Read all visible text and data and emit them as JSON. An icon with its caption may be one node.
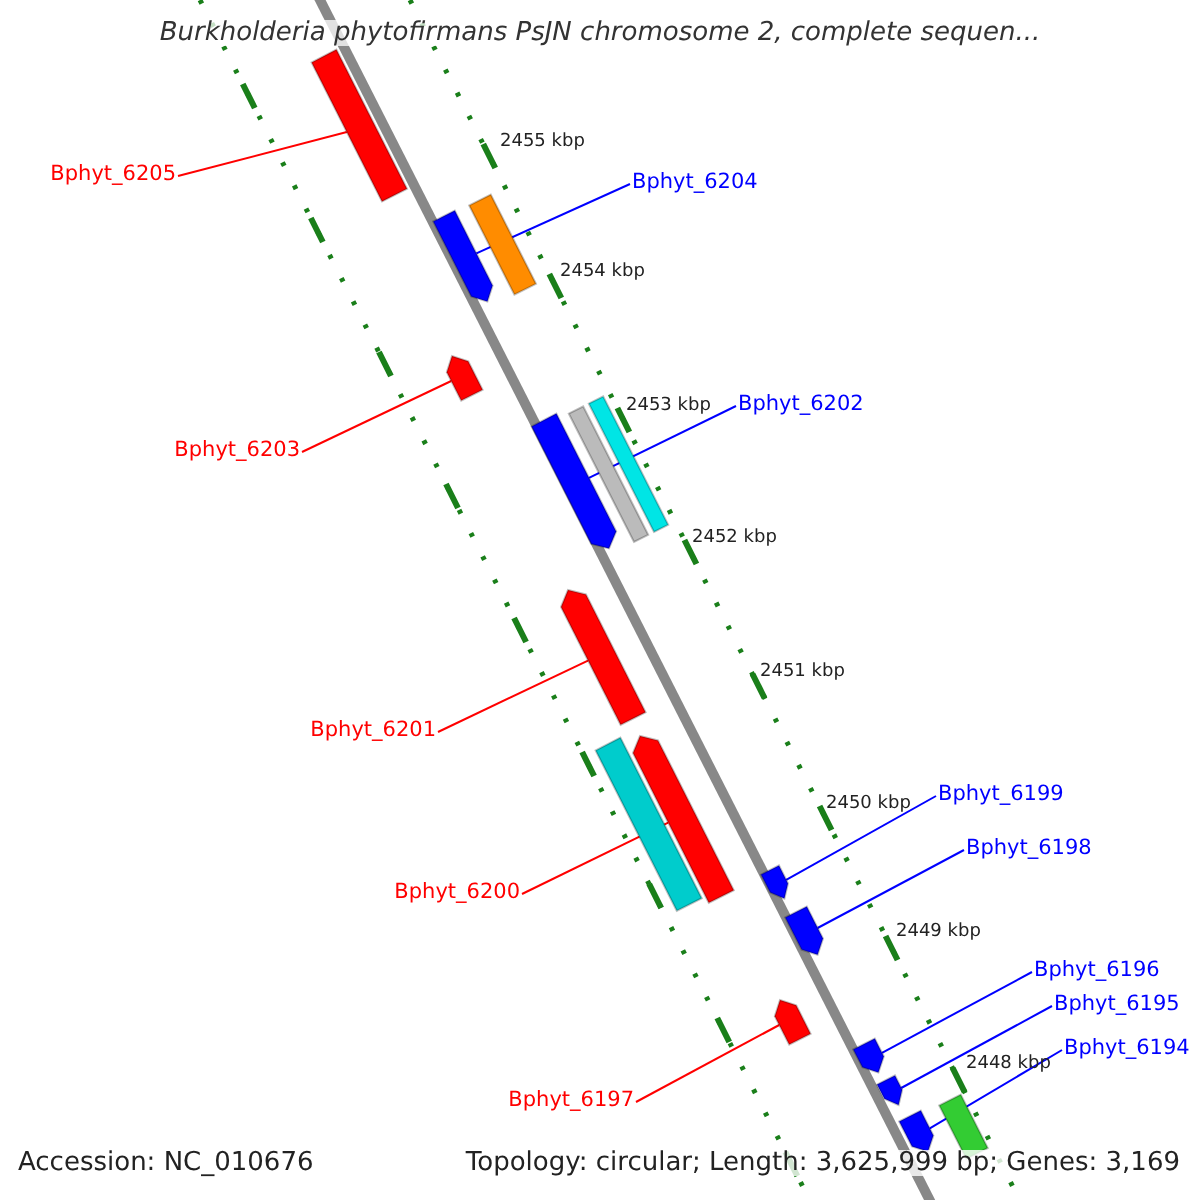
{
  "diagram": {
    "title": "Burkholderia phytofirmans PsJN chromosome 2, complete sequen...",
    "nodes": [
      {
        "text": [
          "Bphyt_6205"
        ]
      },
      {
        "text": [
          "Bphyt_6204"
        ]
      },
      {
        "text": [],
        "shape": "bar"
      },
      {
        "text": [],
        "shape": "bar"
      },
      {
        "text": [],
        "shape": "arrow"
      },
      {
        "text": [],
        "shape": "arrow"
      },
      {
        "text": [
          "Bphyt_6202"
        ]
      },
      {
        "text": [
          "Bphyt_6203"
        ]
      },
      {
        "text": [],
        "shape": "arrow"
      },
      {
        "text": [],
        "shape": "bar"
      },
      {
        "text": [],
        "shape": "bar"
      },
      {
        "text": [],
        "shape": "arrow"
      },
      {
        "text": [
          "Bphyt_6201"
        ]
      },
      {
        "text": [],
        "shape": "bar"
      },
      {
        "text": [],
        "shape": "arrow"
      },
      {
        "text": [
          "Bphyt_6199"
        ]
      },
      {
        "text": [
          "Bphyt_6198"
        ]
      },
      {
        "text": [],
        "shape": "arrow"
      },
      {
        "text": [
          "Bphyt_6200"
        ]
      },
      {
        "text": [],
        "shape": "arrow"
      },
      {
        "text": [],
        "shape": "arrow"
      },
      {
        "text": [
          "Bphyt_6196"
        ]
      },
      {
        "text": [
          "Bphyt_6195"
        ]
      },
      {
        "text": [],
        "shape": "arrow"
      },
      {
        "text": [
          "Bphyt_6194"
        ]
      },
      {
        "text": [],
        "shape": "arrow"
      },
      {
        "text": [
          "Bphyt_6197"
        ]
      },
      {
        "text": [],
        "shape": "arrow"
      },
      {
        "text": [],
        "shape": "bar"
      }
    ],
    "edges": [
      {
        "from": 0,
        "to": 2,
        "arrow": "none",
        "color": "#ff0000"
      },
      {
        "from": 1,
        "to": 4,
        "arrow": "none",
        "color": "#0000ff"
      },
      {
        "from": 7,
        "to": 5,
        "arrow": "none",
        "color": "#ff0000"
      },
      {
        "from": 6,
        "to": 8,
        "arrow": "none",
        "color": "#0000ff"
      },
      {
        "from": 12,
        "to": 11,
        "arrow": "none",
        "color": "#ff0000"
      },
      {
        "from": 18,
        "to": 14,
        "arrow": "none",
        "color": "#ff0000"
      },
      {
        "from": 15,
        "to": 17,
        "arrow": "none",
        "color": "#0000ff"
      },
      {
        "from": 16,
        "to": 19,
        "arrow": "none",
        "color": "#0000ff"
      },
      {
        "from": 26,
        "to": 20,
        "arrow": "none",
        "color": "#ff0000"
      },
      {
        "from": 21,
        "to": 23,
        "arrow": "none",
        "color": "#0000ff"
      },
      {
        "from": 22,
        "to": 25,
        "arrow": "none",
        "color": "#0000ff"
      },
      {
        "from": 24,
        "to": 27,
        "arrow": "none",
        "color": "#0000ff"
      }
    ],
    "labels": [
      "2455 kbp",
      "2454 kbp",
      "2453 kbp",
      "2452 kbp",
      "2451 kbp",
      "2450 kbp",
      "2449 kbp",
      "2448 kbp",
      "Accession: NC_010676",
      "Topology: circular; Length: 3,625,999 bp; Genes: 3,169"
    ]
  }
}
